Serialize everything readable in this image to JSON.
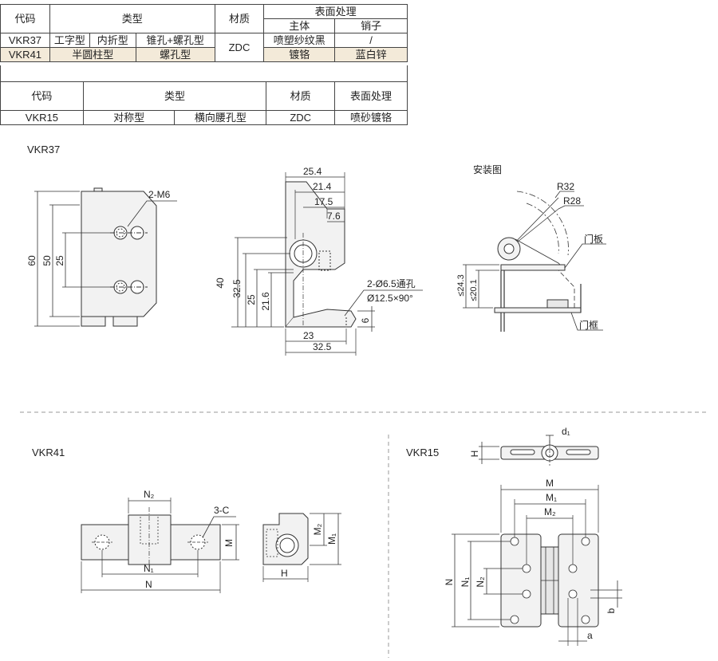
{
  "table1": {
    "h_code": "代码",
    "h_type": "类型",
    "h_material": "材质",
    "h_surface": "表面处理",
    "h_body": "主体",
    "h_pin": "销子",
    "rows": [
      {
        "code": "VKR37",
        "type_a": "工字型",
        "type_b": "内折型",
        "type_c": "锥孔+螺孔型",
        "material": "ZDC",
        "body": "喷塑纱纹黑",
        "pin": "/"
      },
      {
        "code": "VKR41",
        "type_a": "半圆柱型",
        "type_c": "螺孔型",
        "body": "镀铬",
        "pin": "蓝白锌"
      }
    ]
  },
  "table2": {
    "h_code": "代码",
    "h_type": "类型",
    "h_material": "材质",
    "h_surface": "表面处理",
    "row": {
      "code": "VKR15",
      "type_a": "对称型",
      "type_b": "横向腰孔型",
      "material": "ZDC",
      "surface": "喷砂镀铬"
    }
  },
  "titles": {
    "vkr37": "VKR37",
    "vkr41": "VKR41",
    "vkr15": "VKR15",
    "install": "安装图"
  },
  "vkr37_front": {
    "d60": "60",
    "d50": "50",
    "d25": "25",
    "holes": "2-M6"
  },
  "vkr37_side": {
    "d254": "25.4",
    "d214": "21.4",
    "d175": "17.5",
    "d76": "7.6",
    "d40": "40",
    "d325": "32.5",
    "d25": "25",
    "d216": "21.6",
    "d6": "6",
    "d23": "23",
    "d325b": "32.5",
    "hole1": "2-Ø6.5通孔",
    "hole2": "Ø12.5×90°"
  },
  "install": {
    "r32": "R32",
    "r28": "R28",
    "door": "门板",
    "frame": "门框",
    "d243": "≤24.3",
    "d201": "≤20.1"
  },
  "vkr41": {
    "n2": "N₂",
    "n1": "N₁",
    "n": "N",
    "m": "M",
    "c": "3-C",
    "m2": "M₂",
    "m1": "M₁",
    "h": "H"
  },
  "vkr15": {
    "h": "H",
    "d1": "d₁",
    "m": "M",
    "m1": "M₁",
    "m2": "M₂",
    "n": "N",
    "n1": "N₁",
    "n2": "N₂",
    "b": "b",
    "a": "a"
  }
}
